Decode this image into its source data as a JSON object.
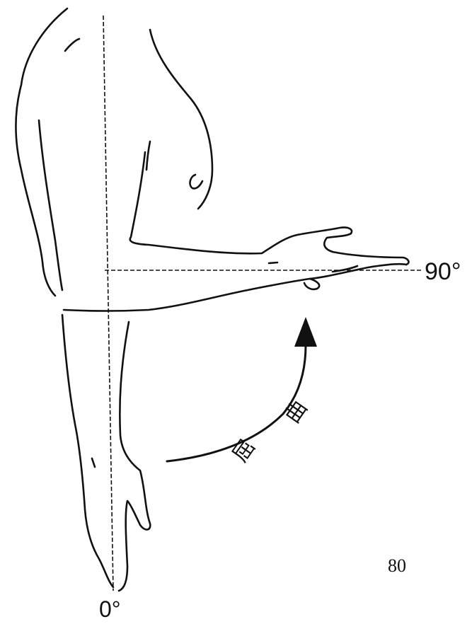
{
  "labels": {
    "angle_end": "90°",
    "angle_start": "0°",
    "motion_char_1": "屈",
    "motion_char_2": "曲"
  },
  "page_number": "80",
  "colors": {
    "ink": "#111111",
    "background": "#ffffff"
  }
}
